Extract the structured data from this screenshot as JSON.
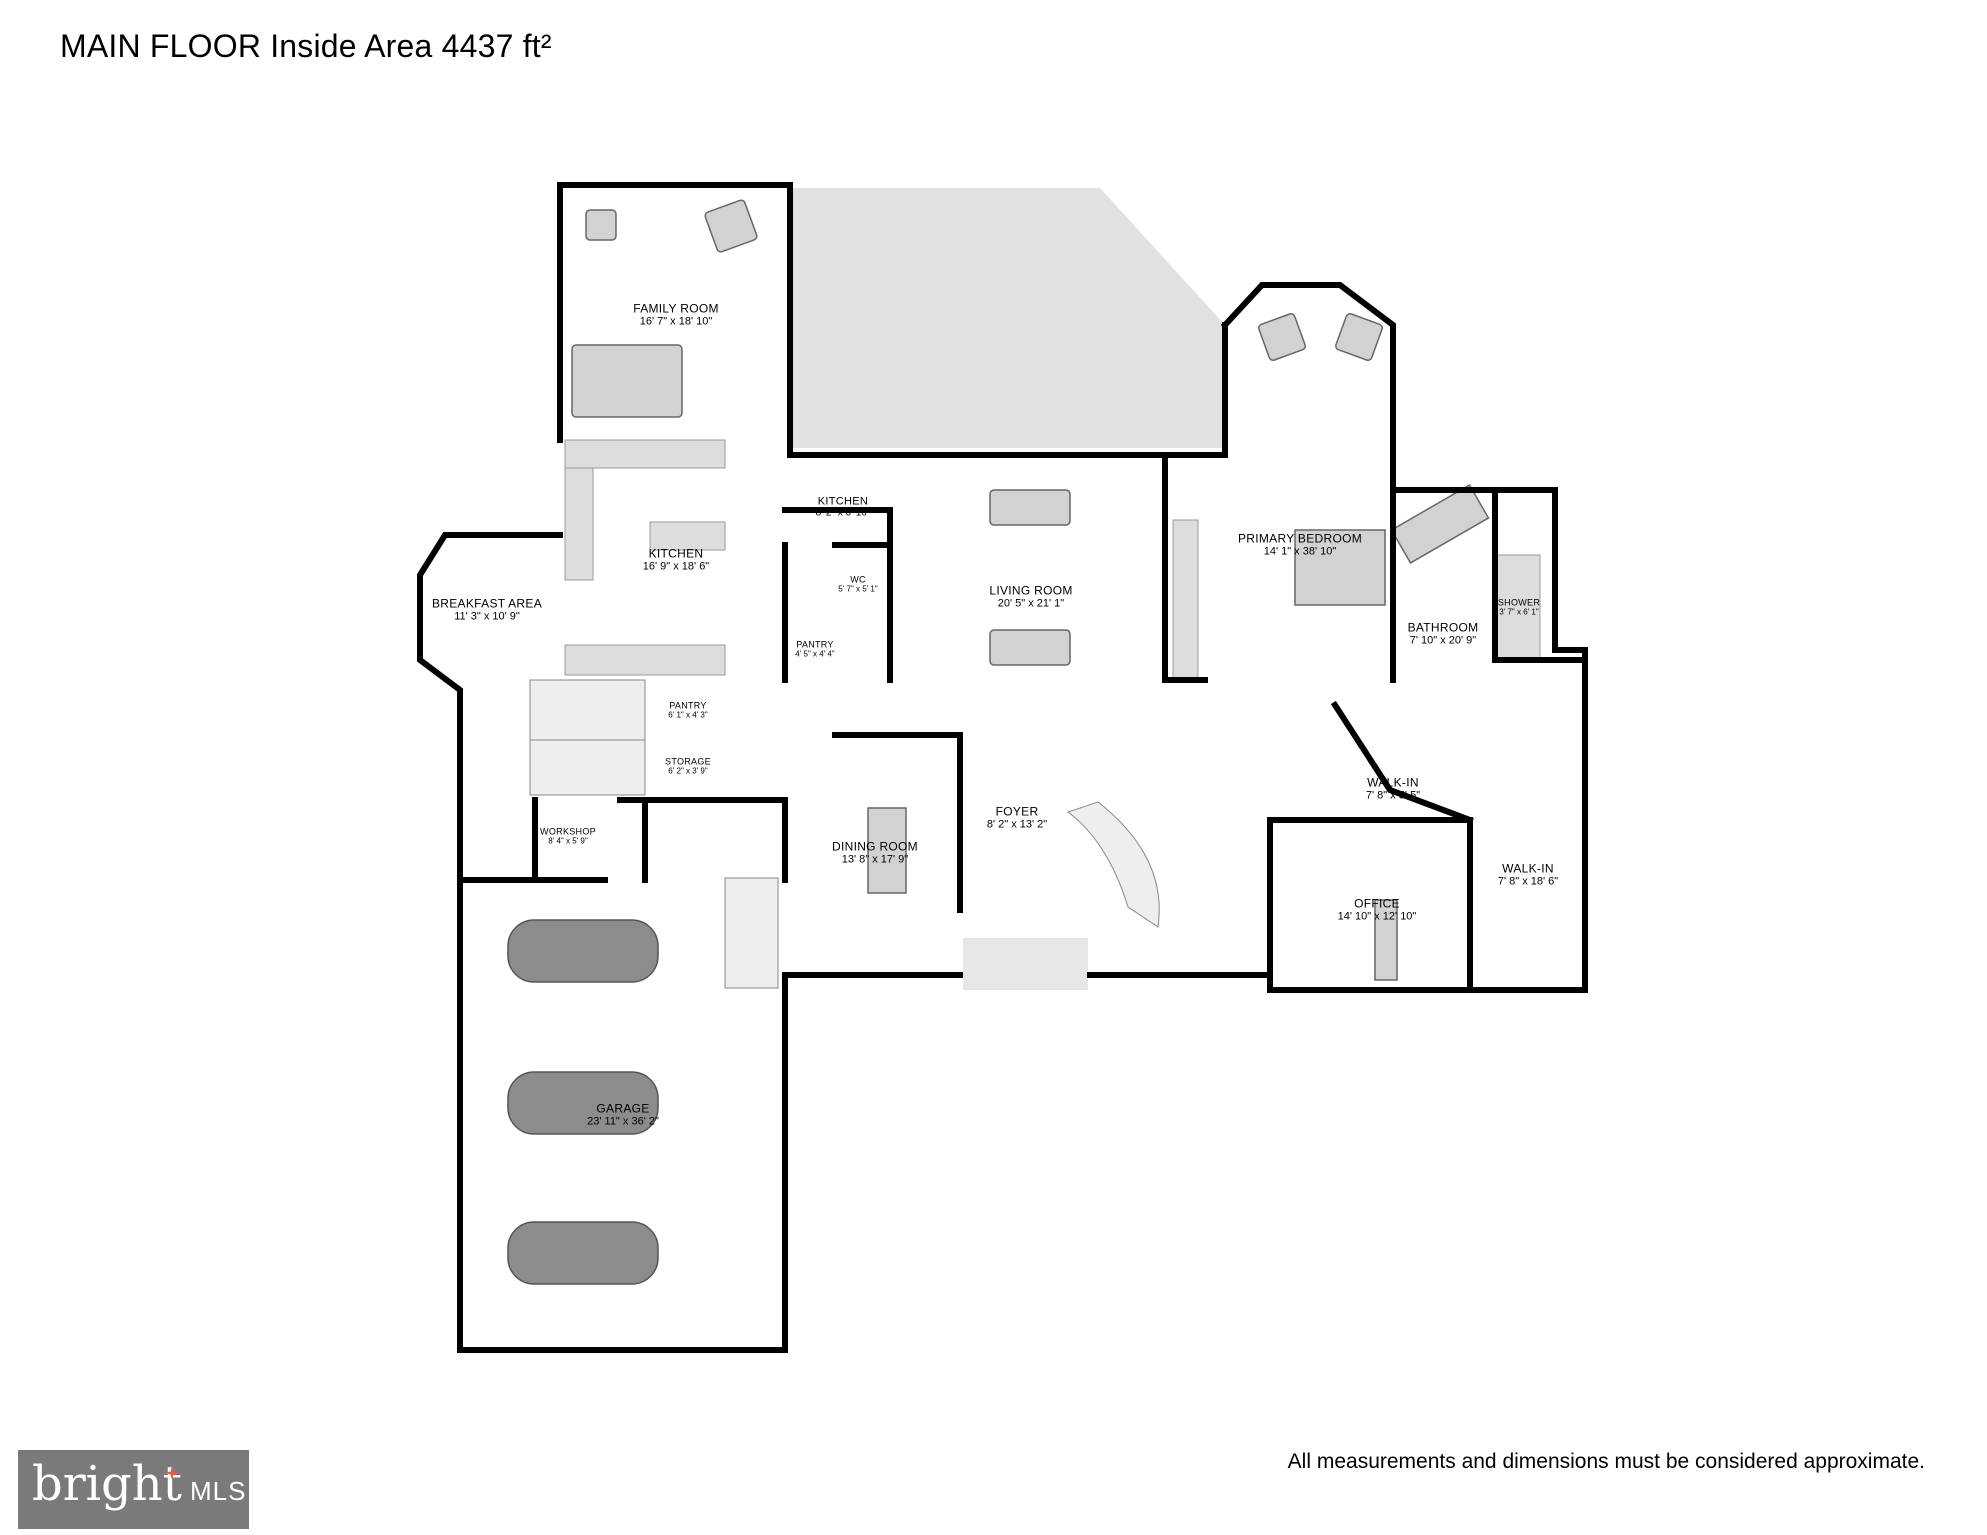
{
  "header": {
    "title": "MAIN FLOOR Inside Area 4437 ft²"
  },
  "footer": {
    "disclaimer": "All measurements and dimensions must be considered approximate."
  },
  "logo": {
    "word": "bright",
    "suffix": "MLS"
  },
  "rooms": [
    {
      "name": "FAMILY ROOM",
      "dims": "16' 7\" x 18' 10\""
    },
    {
      "name": "KITCHEN",
      "dims": "16' 9\" x 18' 6\""
    },
    {
      "name": "BREAKFAST AREA",
      "dims": "11' 3\" x 10' 9\""
    },
    {
      "name": "KITCHEN",
      "dims": "8' 2\" x 6' 10\""
    },
    {
      "name": "WC",
      "dims": "5' 7\" x 5' 1\""
    },
    {
      "name": "PANTRY",
      "dims": "4' 5\" x 4' 4\""
    },
    {
      "name": "PANTRY",
      "dims": "6' 1\" x 4' 3\""
    },
    {
      "name": "STORAGE",
      "dims": "6' 2\" x 3' 9\""
    },
    {
      "name": "WORKSHOP",
      "dims": "8' 4\" x 5' 9\""
    },
    {
      "name": "LIVING ROOM",
      "dims": "20' 5\" x 21' 1\""
    },
    {
      "name": "DINING ROOM",
      "dims": "13' 8\" x 17' 9\""
    },
    {
      "name": "FOYER",
      "dims": "8' 2\" x 13' 2\""
    },
    {
      "name": "PRIMARY BEDROOM",
      "dims": "14' 1\" x 38' 10\""
    },
    {
      "name": "BATHROOM",
      "dims": "7' 10\" x 20' 9\""
    },
    {
      "name": "SHOWER",
      "dims": "3' 7\" x 6' 1\""
    },
    {
      "name": "WALK-IN",
      "dims": "7' 8\" x 5' 5\""
    },
    {
      "name": "WALK-IN",
      "dims": "7' 8\" x 18' 6\""
    },
    {
      "name": "OFFICE",
      "dims": "14' 10\" x 12' 10\""
    },
    {
      "name": "GARAGE",
      "dims": "23' 11\" x 36' 2\""
    }
  ]
}
